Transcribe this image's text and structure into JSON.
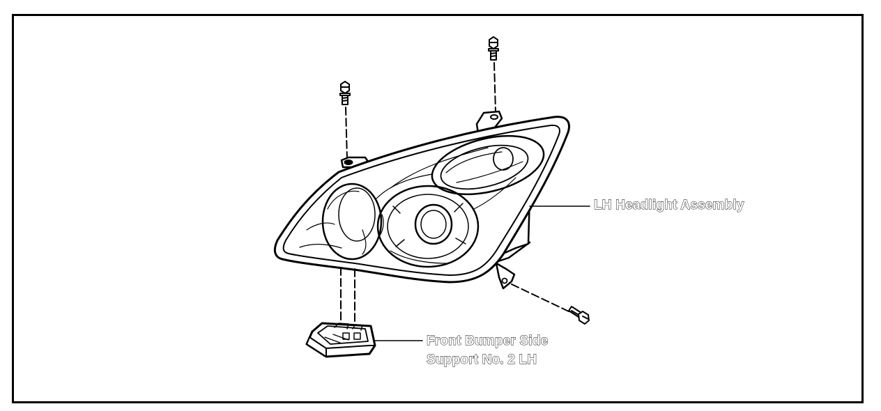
{
  "labels": {
    "headlight_assembly": "LH Headlight Assembly",
    "bumper_support_line1": "Front Bumper Side",
    "bumper_support_line2": "Support No. 2 LH"
  },
  "colors": {
    "line": "#000000",
    "background": "#ffffff"
  }
}
